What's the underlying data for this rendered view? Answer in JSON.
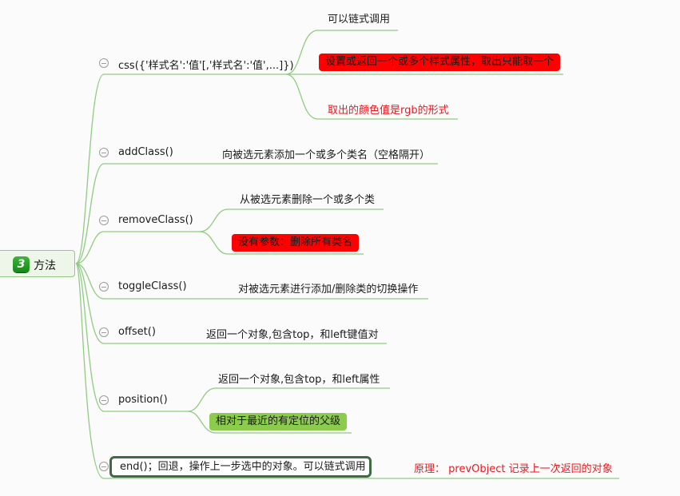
{
  "root": {
    "badge": "3",
    "label": "方法"
  },
  "branches": {
    "css": {
      "label": "css({'样式名':'值'[,'样式名':'值',...]})",
      "children": [
        {
          "text": "可以链式调用",
          "style": "plain"
        },
        {
          "text": "设置或返回一个或多个样式属性，取出只能取一个",
          "style": "red-box"
        },
        {
          "text": "取出的颜色值是rgb的形式",
          "style": "red-text"
        }
      ]
    },
    "addClass": {
      "label": "addClass()",
      "children": [
        {
          "text": "向被选元素添加一个或多个类名（空格隔开）",
          "style": "plain"
        }
      ]
    },
    "removeClass": {
      "label": "removeClass()",
      "children": [
        {
          "text": "从被选元素删除一个或多个类",
          "style": "plain"
        },
        {
          "text": "没有参数：删除所有类名",
          "style": "red-box"
        }
      ]
    },
    "toggleClass": {
      "label": "toggleClass()",
      "children": [
        {
          "text": "对被选元素进行添加/删除类的切换操作",
          "style": "plain"
        }
      ]
    },
    "offset": {
      "label": "offset()",
      "children": [
        {
          "text": "返回一个对象,包含top，和left键值对",
          "style": "plain"
        }
      ]
    },
    "position": {
      "label": "position()",
      "children": [
        {
          "text": "返回一个对象,包含top，和left属性",
          "style": "plain"
        },
        {
          "text": "相对于最近的有定位的父级",
          "style": "green-box"
        }
      ]
    },
    "end": {
      "label": "end()；回退，操作上一步选中的对象。可以链式调用",
      "children": [
        {
          "text": "原理： prevObject 记录上一次返回的对象",
          "style": "red-text"
        }
      ]
    }
  },
  "colors": {
    "line": "#8fcb80",
    "red_highlight": "#ff0000",
    "red_text": "#f0171f",
    "green_highlight": "#8ccc4c",
    "selected_border": "#3f6a45"
  }
}
